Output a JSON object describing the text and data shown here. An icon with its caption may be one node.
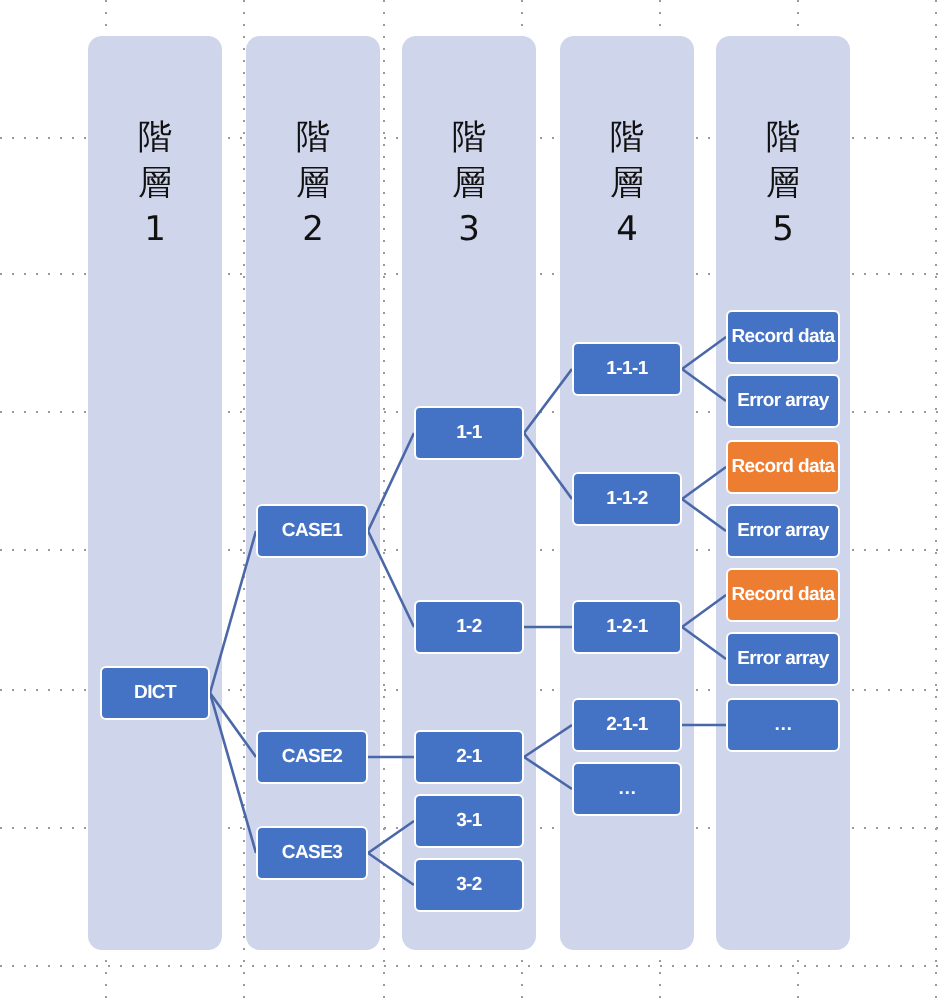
{
  "diagram": {
    "nodes": [
      {
        "text": [
          "階層1"
        ]
      },
      {
        "text": [
          "DICT"
        ],
        "in": 0
      },
      {
        "text": [
          "階層2"
        ]
      },
      {
        "text": [
          "CASE1"
        ],
        "in": 2
      },
      {
        "text": [
          "CASE2"
        ],
        "in": 2
      },
      {
        "text": [
          "CASE3"
        ],
        "in": 2
      },
      {
        "text": [
          "階層3"
        ]
      },
      {
        "text": [
          "1-1"
        ],
        "in": 6
      },
      {
        "text": [
          "1-2"
        ],
        "in": 6
      },
      {
        "text": [
          "2-1"
        ],
        "in": 6
      },
      {
        "text": [
          "3-1"
        ],
        "in": 6
      },
      {
        "text": [
          "3-2"
        ],
        "in": 6
      },
      {
        "text": [
          "階層4"
        ]
      },
      {
        "text": [
          "1-1-1"
        ],
        "in": 12
      },
      {
        "text": [
          "1-1-2"
        ],
        "in": 12
      },
      {
        "text": [
          "1-2-1"
        ],
        "in": 12
      },
      {
        "text": [
          "2-1-1"
        ],
        "in": 12
      },
      {
        "text": [
          "…"
        ],
        "in": 12
      },
      {
        "text": [
          "階層5"
        ]
      },
      {
        "text": [
          "Record data"
        ],
        "in": 18
      },
      {
        "text": [
          "Error array"
        ],
        "in": 18
      },
      {
        "text": [
          "Record data"
        ],
        "in": 18
      },
      {
        "text": [
          "Error array"
        ],
        "in": 18
      },
      {
        "text": [
          "Record data"
        ],
        "in": 18
      },
      {
        "text": [
          "Error array"
        ],
        "in": 18
      },
      {
        "text": [
          "…"
        ],
        "in": 18
      }
    ],
    "edges": [
      {
        "from": 1,
        "to": 3,
        "arrow": "none"
      },
      {
        "from": 1,
        "to": 4,
        "arrow": "none"
      },
      {
        "from": 1,
        "to": 5,
        "arrow": "none"
      },
      {
        "from": 3,
        "to": 7,
        "arrow": "none"
      },
      {
        "from": 3,
        "to": 8,
        "arrow": "none"
      },
      {
        "from": 4,
        "to": 9,
        "arrow": "none"
      },
      {
        "from": 5,
        "to": 10,
        "arrow": "none"
      },
      {
        "from": 5,
        "to": 11,
        "arrow": "none"
      },
      {
        "from": 7,
        "to": 13,
        "arrow": "none"
      },
      {
        "from": 7,
        "to": 14,
        "arrow": "none"
      },
      {
        "from": 8,
        "to": 15,
        "arrow": "none"
      },
      {
        "from": 9,
        "to": 16,
        "arrow": "none"
      },
      {
        "from": 9,
        "to": 17,
        "arrow": "none"
      },
      {
        "from": 13,
        "to": 19,
        "arrow": "none"
      },
      {
        "from": 13,
        "to": 20,
        "arrow": "none"
      },
      {
        "from": 14,
        "to": 21,
        "arrow": "none"
      },
      {
        "from": 14,
        "to": 22,
        "arrow": "none"
      },
      {
        "from": 15,
        "to": 23,
        "arrow": "none"
      },
      {
        "from": 15,
        "to": 24,
        "arrow": "none"
      },
      {
        "from": 16,
        "to": 25,
        "arrow": "none"
      }
    ]
  }
}
